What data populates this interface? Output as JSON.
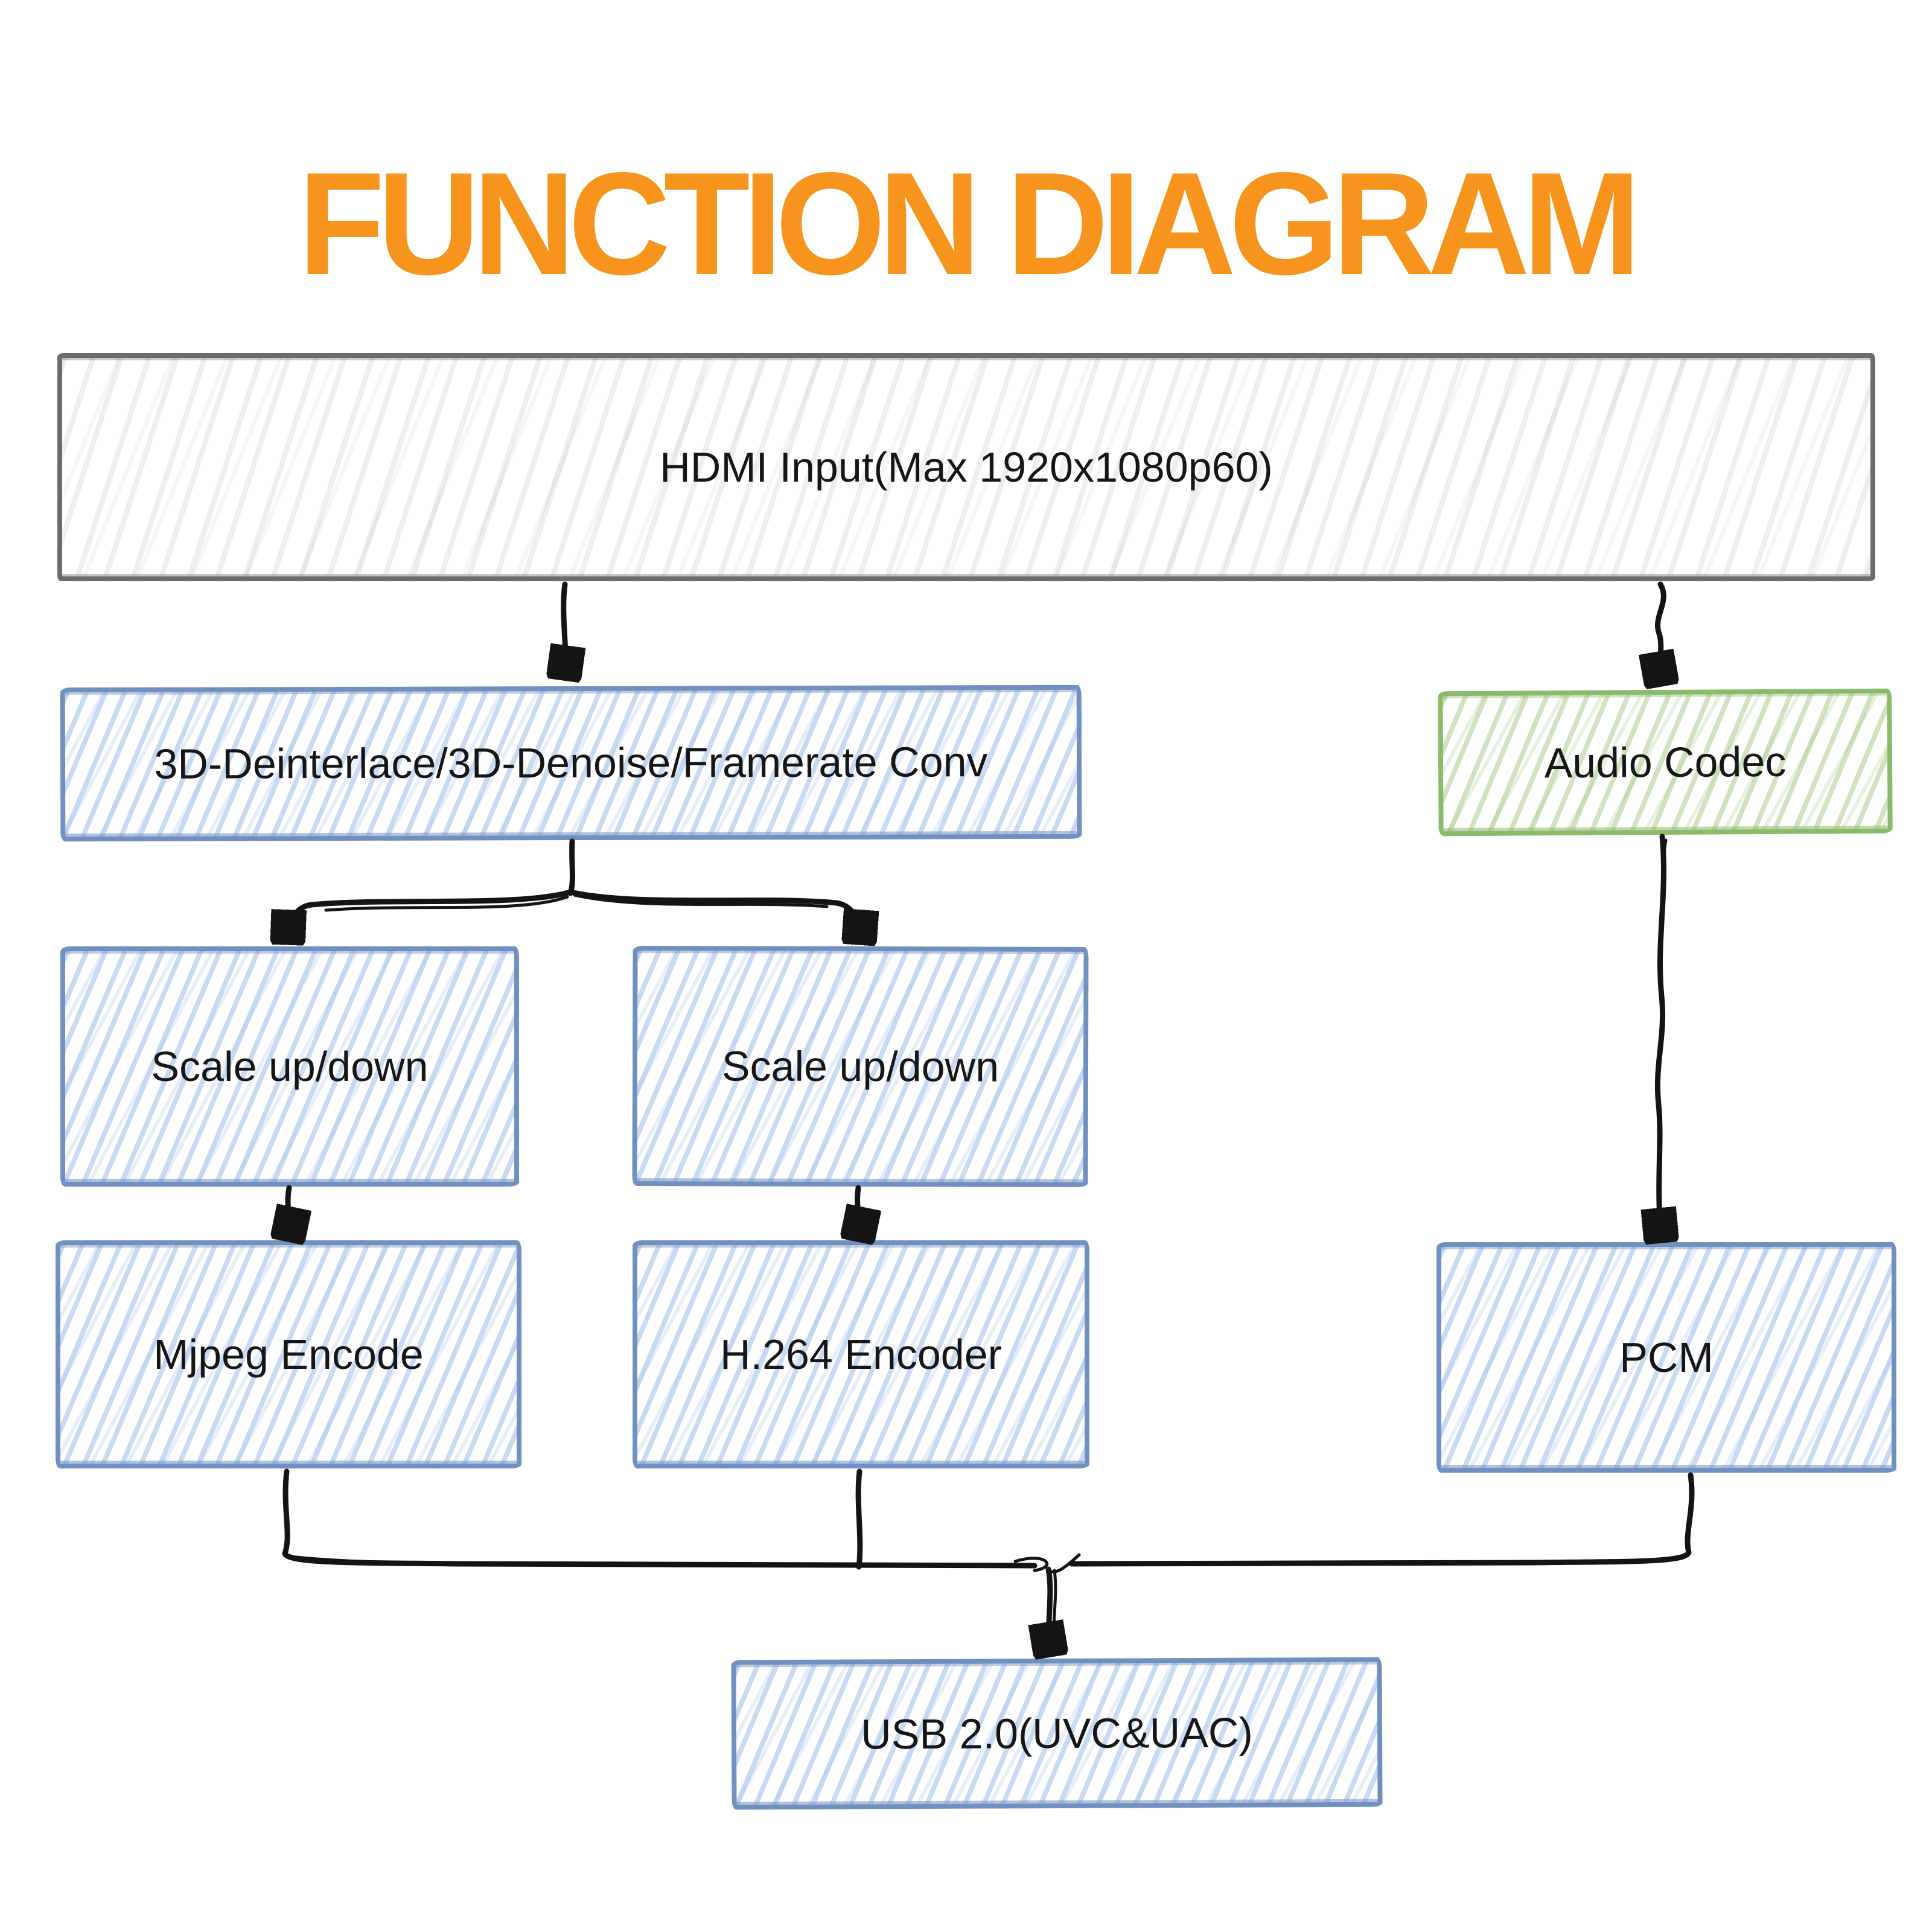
{
  "title": "FUNCTION DIAGRAM",
  "colors": {
    "title_orange": "#F7941D",
    "box_blue_border": "#7090C0",
    "box_blue_hatch": "#A7C4EA",
    "box_green_border": "#8CBA6B",
    "box_green_hatch": "#96C073",
    "box_gray_border": "#6B6B6B",
    "arrow_black": "#141414",
    "label_text": "#161616",
    "background": "#FFFFFF"
  },
  "nodes": [
    {
      "id": "hdmi",
      "label": "HDMI Input(Max 1920x1080p60)",
      "style": "gray"
    },
    {
      "id": "deinterlace",
      "label": "3D-Deinterlace/3D-Denoise/Framerate Conv",
      "style": "blue"
    },
    {
      "id": "audio",
      "label": "Audio Codec",
      "style": "green"
    },
    {
      "id": "scale_left",
      "label": "Scale up/down",
      "style": "blue"
    },
    {
      "id": "scale_right",
      "label": "Scale up/down",
      "style": "blue"
    },
    {
      "id": "mjpeg",
      "label": "Mjpeg Encode",
      "style": "blue"
    },
    {
      "id": "h264",
      "label": "H.264 Encoder",
      "style": "blue"
    },
    {
      "id": "pcm",
      "label": "PCM",
      "style": "blue"
    },
    {
      "id": "usb",
      "label": "USB 2.0(UVC&UAC)",
      "style": "blue"
    }
  ],
  "edges": [
    {
      "from": "hdmi",
      "to": "deinterlace"
    },
    {
      "from": "hdmi",
      "to": "audio"
    },
    {
      "from": "deinterlace",
      "to": "scale_left"
    },
    {
      "from": "deinterlace",
      "to": "scale_right"
    },
    {
      "from": "scale_left",
      "to": "mjpeg"
    },
    {
      "from": "scale_right",
      "to": "h264"
    },
    {
      "from": "audio",
      "to": "pcm"
    },
    {
      "from": "mjpeg",
      "to": "usb"
    },
    {
      "from": "h264",
      "to": "usb"
    },
    {
      "from": "pcm",
      "to": "usb"
    }
  ]
}
